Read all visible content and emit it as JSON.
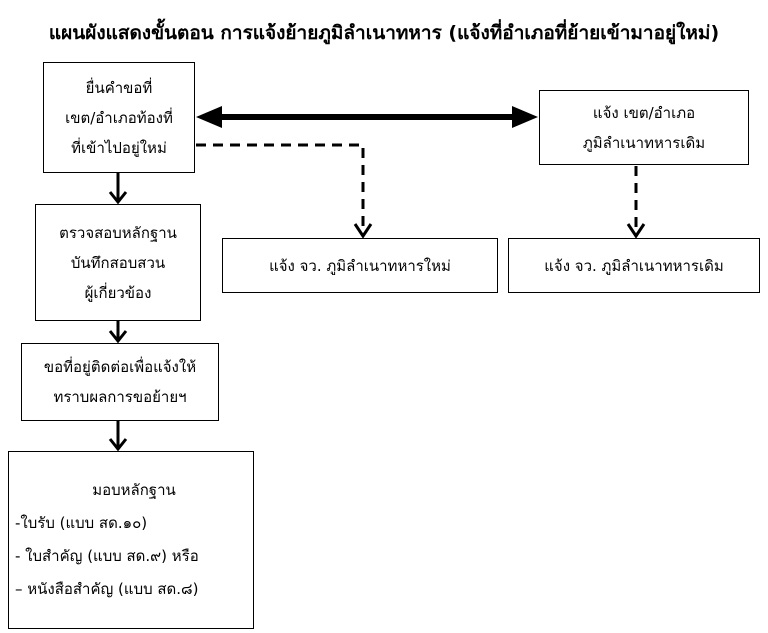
{
  "title": "แผนผังแสดงขั้นตอน การแจ้งย้ายภูมิลำเนาทหาร (แจ้งที่อำเภอที่ย้ายเข้ามาอยู่ใหม่)",
  "steps": {
    "submit": [
      "ยื่นคำขอที่",
      "เขต/อำเภอท้องที่",
      "ที่เข้าไปอยู่ใหม่"
    ],
    "verify": [
      "ตรวจสอบหลักฐาน",
      "บันทึกสอบสวน",
      "ผู้เกี่ยวข้อง"
    ],
    "address": [
      "ขอที่อยู่ติดต่อเพื่อแจ้งให้",
      "ทราบผลการขอย้ายฯ"
    ],
    "deliver": {
      "heading": "มอบหลักฐาน",
      "items": [
        "-ใบรับ (แบบ สด.๑๐)",
        "- ใบสำคัญ (แบบ สด.๙) หรือ",
        "– หนังสือสำคัญ (แบบ สด.๘)"
      ]
    },
    "notify_old_district": [
      "แจ้ง เขต/อำเภอ",
      "ภูมิลำเนาทหารเดิม"
    ],
    "notify_new_province": "แจ้ง จว. ภูมิลำเนาทหารใหม่",
    "notify_old_province": "แจ้ง จว. ภูมิลำเนาทหารเดิม"
  }
}
